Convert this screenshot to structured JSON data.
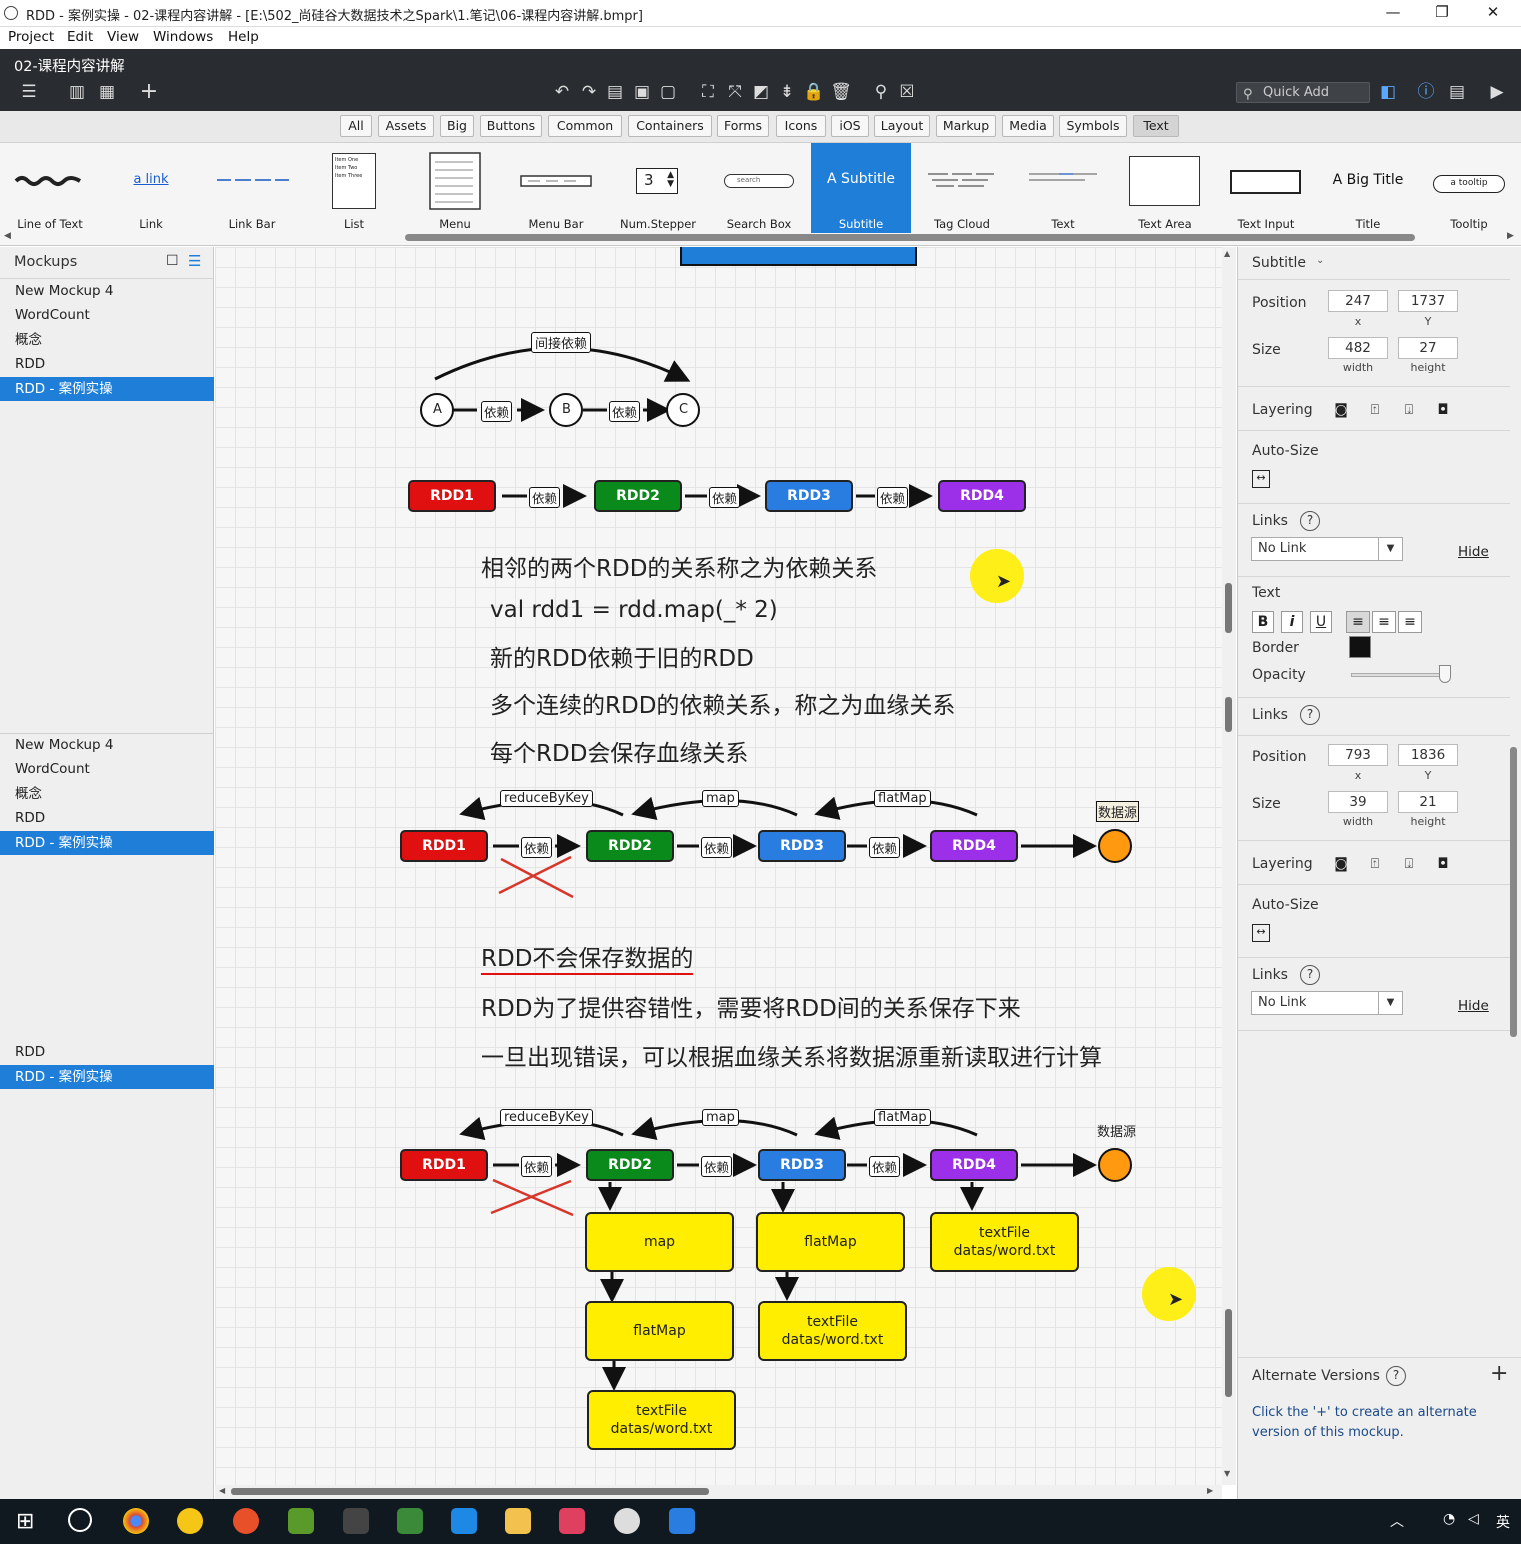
{
  "window": {
    "title": "RDD - 案例实操 - 02-课程内容讲解 - [E:\\502_尚硅谷大数据技术之Spark\\1.笔记\\06-课程内容讲解.bmpr]"
  },
  "menu": [
    "Project",
    "Edit",
    "View",
    "Windows",
    "Help"
  ],
  "document_title": "02-课程内容讲解",
  "quick_add": "Quick Add",
  "tabs": [
    "All",
    "Assets",
    "Big",
    "Buttons",
    "Common",
    "Containers",
    "Forms",
    "Icons",
    "iOS",
    "Layout",
    "Markup",
    "Media",
    "Symbols",
    "Text"
  ],
  "library": [
    "Line of Text",
    "Link",
    "Link Bar",
    "List",
    "Menu",
    "Menu Bar",
    "Num.Stepper",
    "Search Box",
    "Subtitle",
    "Tag Cloud",
    "Text",
    "Text Area",
    "Text Input",
    "Title",
    "Tooltip"
  ],
  "library_previews": {
    "link": "a link",
    "stepper": "3",
    "search": "search",
    "subtitle": "A Subtitle",
    "title": "A Big Title",
    "tooltip": "a tooltip",
    "list": [
      "Item One",
      "Item Two",
      "Item Three"
    ]
  },
  "left_panel": {
    "header": "Mockups",
    "group1": [
      "New Mockup 4",
      "WordCount",
      "概念",
      "RDD",
      "RDD - 案例实操"
    ],
    "group2": [
      "New Mockup 4",
      "WordCount",
      "概念",
      "RDD",
      "RDD - 案例实操"
    ],
    "group3": [
      "RDD",
      "RDD - 案例实操"
    ]
  },
  "canvas": {
    "abc": {
      "indirect": "间接依赖",
      "dep": "依赖",
      "nodes": [
        "A",
        "B",
        "C"
      ]
    },
    "rdd_labels": [
      "RDD1",
      "RDD2",
      "RDD3",
      "RDD4"
    ],
    "dep_label": "依赖",
    "text1": [
      "相邻的两个RDD的关系称之为依赖关系",
      "val rdd1 = rdd.map(_* 2)",
      "新的RDD依赖于旧的RDD",
      "多个连续的RDD的依赖关系，称之为血缘关系",
      "每个RDD会保存血缘关系"
    ],
    "ops": [
      "reduceByKey",
      "map",
      "flatMap"
    ],
    "source": "数据源",
    "text2": [
      "RDD不会保存数据的",
      "RDD为了提供容错性，需要将RDD间的关系保存下来",
      "一旦出现错误，可以根据血缘关系将数据源重新读取进行计算"
    ],
    "boxes": {
      "map": "map",
      "flatmap": "flatMap",
      "textfile1": "textFile",
      "textfile2": "datas/word.txt"
    }
  },
  "right_panel": {
    "type": "Subtitle",
    "position_label": "Position",
    "size_label": "Size",
    "x1": "247",
    "y1": "1737",
    "w1": "482",
    "h1": "27",
    "x_lbl": "x",
    "y_lbl": "Y",
    "w_lbl": "width",
    "h_lbl": "height",
    "layering": "Layering",
    "autosize": "Auto-Size",
    "links": "Links",
    "no_link": "No Link",
    "hide": "Hide",
    "text": "Text",
    "bold": "B",
    "italic": "i",
    "underline": "U",
    "border": "Border",
    "opacity": "Opacity",
    "x2": "793",
    "y2": "1836",
    "w2": "39",
    "h2": "21",
    "alternate": "Alternate Versions",
    "alt_help": "Click the '+' to create an alternate version of this mockup."
  },
  "taskbar": {
    "lang": "英"
  },
  "colors": {
    "accent": "#1f7fd8",
    "red": "#e01010",
    "green": "#0a8a1a",
    "blue": "#2a7de0",
    "purple": "#9b30e8",
    "yellow": "#ffee00",
    "orange": "#ff9a10"
  }
}
